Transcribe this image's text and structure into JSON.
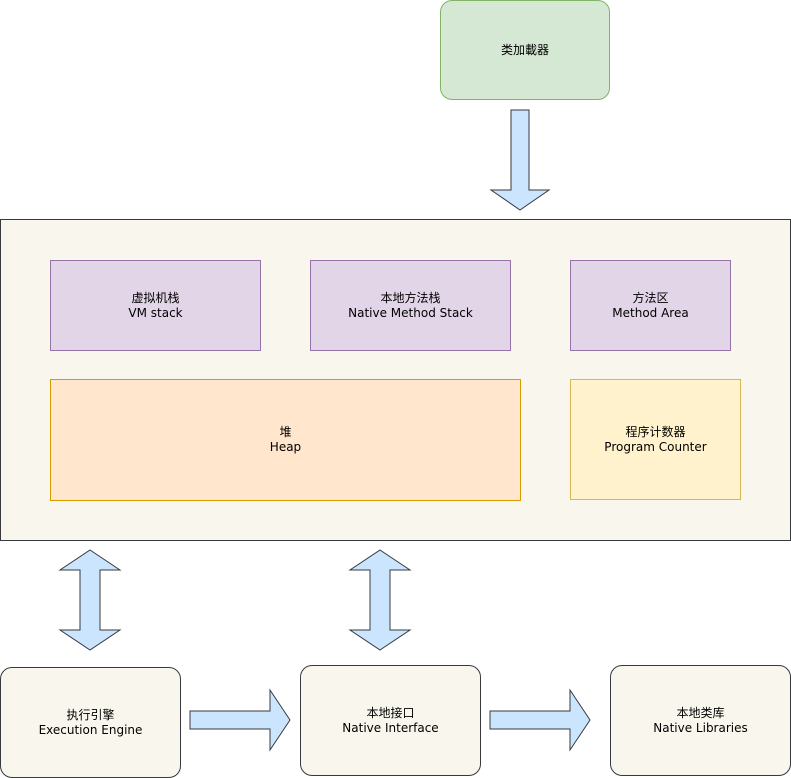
{
  "nodes": {
    "class_loader": {
      "label": "类加載器"
    },
    "vm_stack": {
      "label_zh": "虚拟机栈",
      "label_en": "VM stack"
    },
    "native_method_stack": {
      "label_zh": "本地方法栈",
      "label_en": "Native Method Stack"
    },
    "method_area": {
      "label_zh": "方法区",
      "label_en": "Method Area"
    },
    "heap": {
      "label_zh": "堆",
      "label_en": "Heap"
    },
    "program_counter": {
      "label_zh": "程序计数器",
      "label_en": "Program Counter"
    },
    "execution_engine": {
      "label_zh": "执行引擎",
      "label_en": "Execution Engine"
    },
    "native_interface": {
      "label_zh": "本地接口",
      "label_en": "Native Interface"
    },
    "native_libraries": {
      "label_zh": "本地类库",
      "label_en": "Native Libraries"
    }
  },
  "edges": [
    {
      "from": "class_loader",
      "to": "runtime_data_area",
      "style": "single-arrow"
    },
    {
      "from": "runtime_data_area",
      "to": "execution_engine",
      "style": "double-arrow"
    },
    {
      "from": "runtime_data_area",
      "to": "native_interface",
      "style": "double-arrow"
    },
    {
      "from": "execution_engine",
      "to": "native_interface",
      "style": "single-arrow"
    },
    {
      "from": "native_interface",
      "to": "native_libraries",
      "style": "single-arrow"
    }
  ],
  "colors": {
    "arrow_fill": "#cce5ff",
    "stroke": "#36393d",
    "container_fill": "#f9f7ed",
    "class_loader_fill": "#d5e8d4",
    "class_loader_stroke": "#82b366",
    "stack_fill": "#e1d5e7",
    "stack_stroke": "#9673a6",
    "heap_fill": "#ffe6cc",
    "heap_stroke": "#d79b00",
    "program_counter_fill": "#fff2cc",
    "program_counter_stroke": "#d6b656"
  }
}
